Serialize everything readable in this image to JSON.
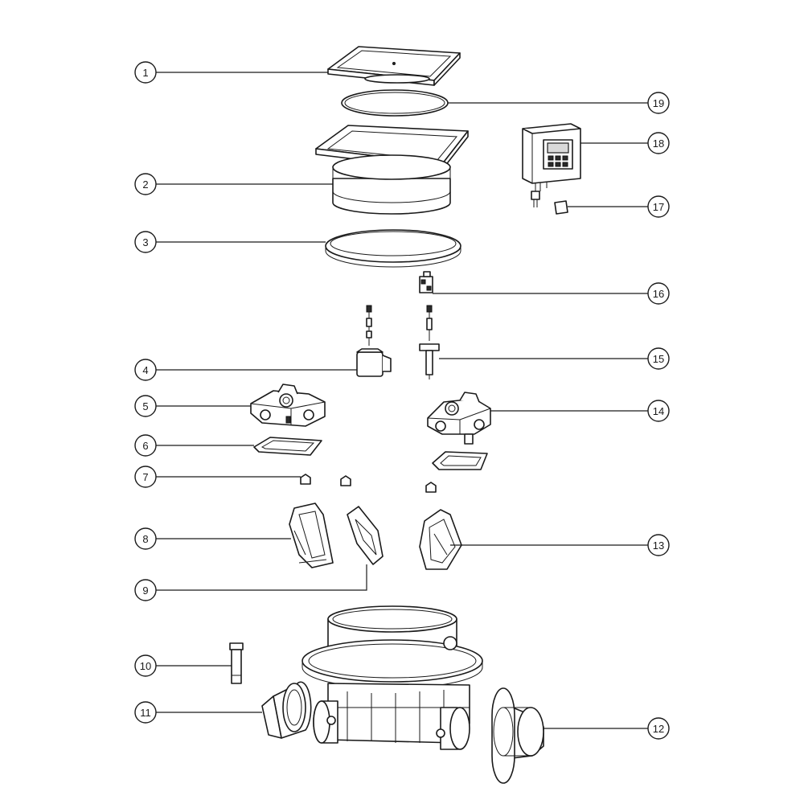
{
  "callouts": [
    "1",
    "2",
    "3",
    "4",
    "5",
    "6",
    "7",
    "8",
    "9",
    "10",
    "11",
    "12",
    "13",
    "14",
    "15",
    "16",
    "17",
    "18",
    "19"
  ],
  "colors": {
    "line": "#1a1a1a",
    "background": "#ffffff"
  },
  "icons": {
    "cover": "square-lid-icon",
    "control-unit": "control-box-icon"
  }
}
